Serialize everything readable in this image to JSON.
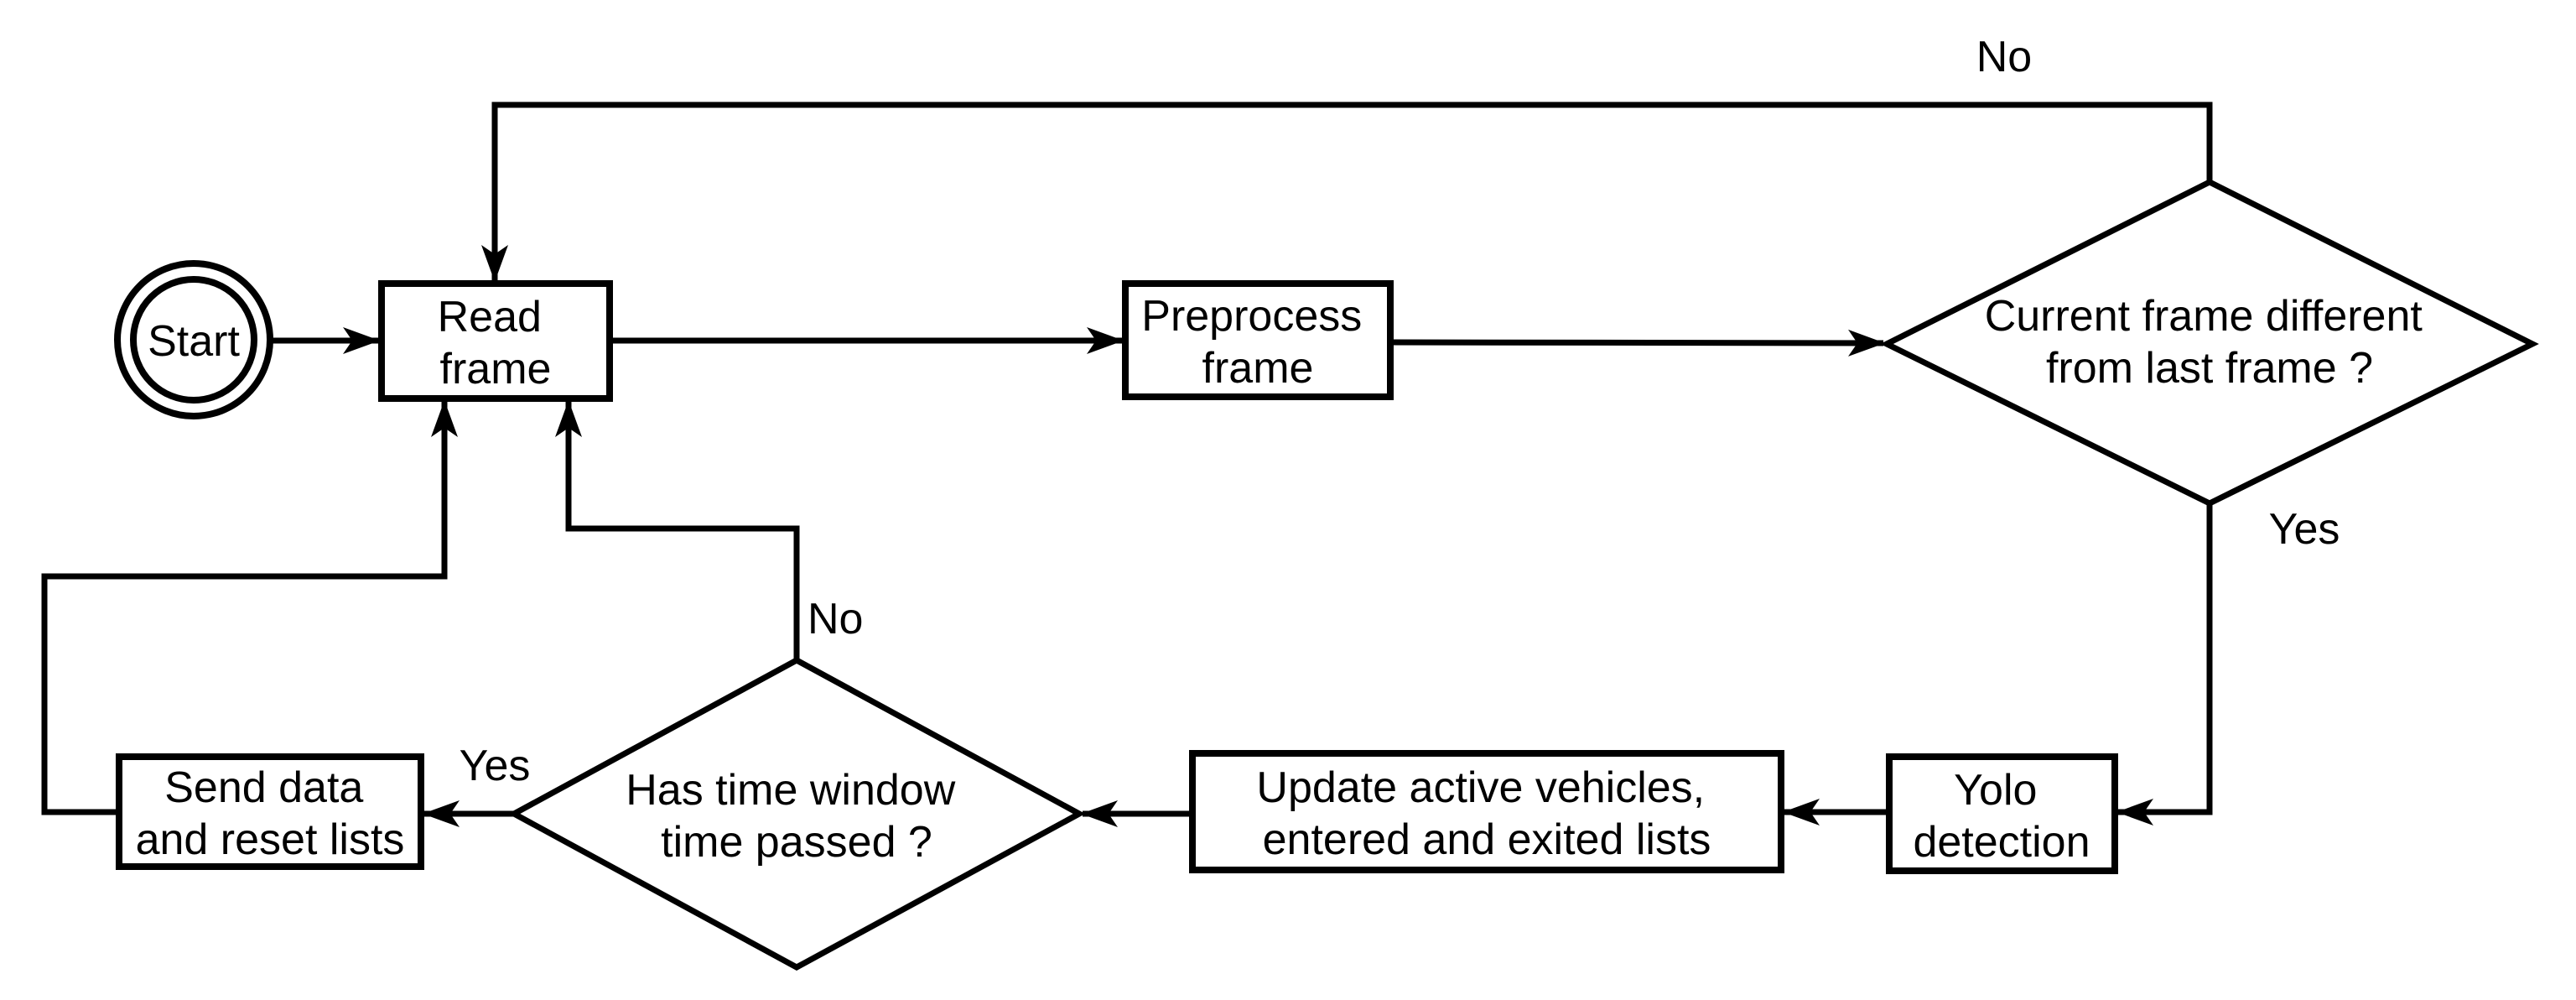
{
  "diagram": {
    "type": "flowchart",
    "colors": {
      "stroke": "#000000",
      "background": "#ffffff",
      "text": "#000000"
    },
    "nodes": {
      "start": {
        "label": "Start",
        "shape": "double-circle"
      },
      "read_frame": {
        "line1": "Read",
        "line2": "frame",
        "shape": "rect"
      },
      "preprocess_frame": {
        "line1": "Preprocess",
        "line2": "frame",
        "shape": "rect"
      },
      "frame_different": {
        "line1": "Current frame different",
        "line2": "from last frame ?",
        "shape": "diamond"
      },
      "yolo_detection": {
        "line1": "Yolo",
        "line2": "detection",
        "shape": "rect"
      },
      "update_lists": {
        "line1": "Update active vehicles,",
        "line2": "entered and exited lists",
        "shape": "rect"
      },
      "time_window": {
        "line1": "Has time window",
        "line2": "time passed ?",
        "shape": "diamond"
      },
      "send_data": {
        "line1": "Send data",
        "line2": "and reset lists",
        "shape": "rect"
      }
    },
    "edge_labels": {
      "frame_different_no": "No",
      "frame_different_yes": "Yes",
      "time_window_no": "No",
      "time_window_yes": "Yes"
    },
    "edges": [
      {
        "from": "start",
        "to": "read_frame"
      },
      {
        "from": "read_frame",
        "to": "preprocess_frame"
      },
      {
        "from": "preprocess_frame",
        "to": "frame_different"
      },
      {
        "from": "frame_different",
        "to": "read_frame",
        "label": "No"
      },
      {
        "from": "frame_different",
        "to": "yolo_detection",
        "label": "Yes"
      },
      {
        "from": "yolo_detection",
        "to": "update_lists"
      },
      {
        "from": "update_lists",
        "to": "time_window"
      },
      {
        "from": "time_window",
        "to": "read_frame",
        "label": "No"
      },
      {
        "from": "time_window",
        "to": "send_data",
        "label": "Yes"
      },
      {
        "from": "send_data",
        "to": "read_frame"
      }
    ]
  }
}
